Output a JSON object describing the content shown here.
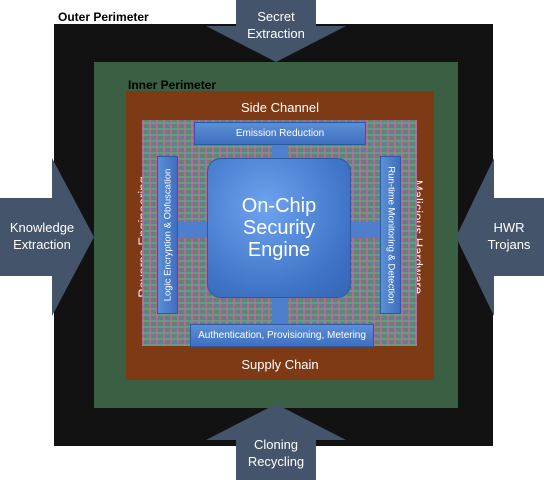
{
  "outer_perimeter": {
    "label": "Outer Perimeter"
  },
  "inner_perimeter": {
    "label": "Inner Perimeter"
  },
  "threats": {
    "top": "Side Channel",
    "bottom": "Supply Chain",
    "left": "Reverse Engineering",
    "right": "Malicious Hardware"
  },
  "countermeasures": {
    "top": "Emission Reduction",
    "bottom": "Authentication, Provisioning, Metering",
    "left": "Logic Encryption & Obfuscation",
    "right": "Run-time Monitoring & Detection"
  },
  "engine": {
    "line1": "On-Chip",
    "line2": "Security",
    "line3": "Engine"
  },
  "attacks": {
    "top": {
      "line1": "Secret",
      "line2": "Extraction"
    },
    "left": {
      "line1": "Knowledge",
      "line2": "Extraction"
    },
    "right": {
      "line1": "HWR",
      "line2": "Trojans"
    },
    "bottom": {
      "line1": "Cloning",
      "line2": "Recycling"
    }
  },
  "colors": {
    "outer": "#121212",
    "inner": "#3a5f43",
    "threat_ring": "#7e3a14",
    "arrow": "#44546a",
    "engine": "#4a80d4"
  }
}
